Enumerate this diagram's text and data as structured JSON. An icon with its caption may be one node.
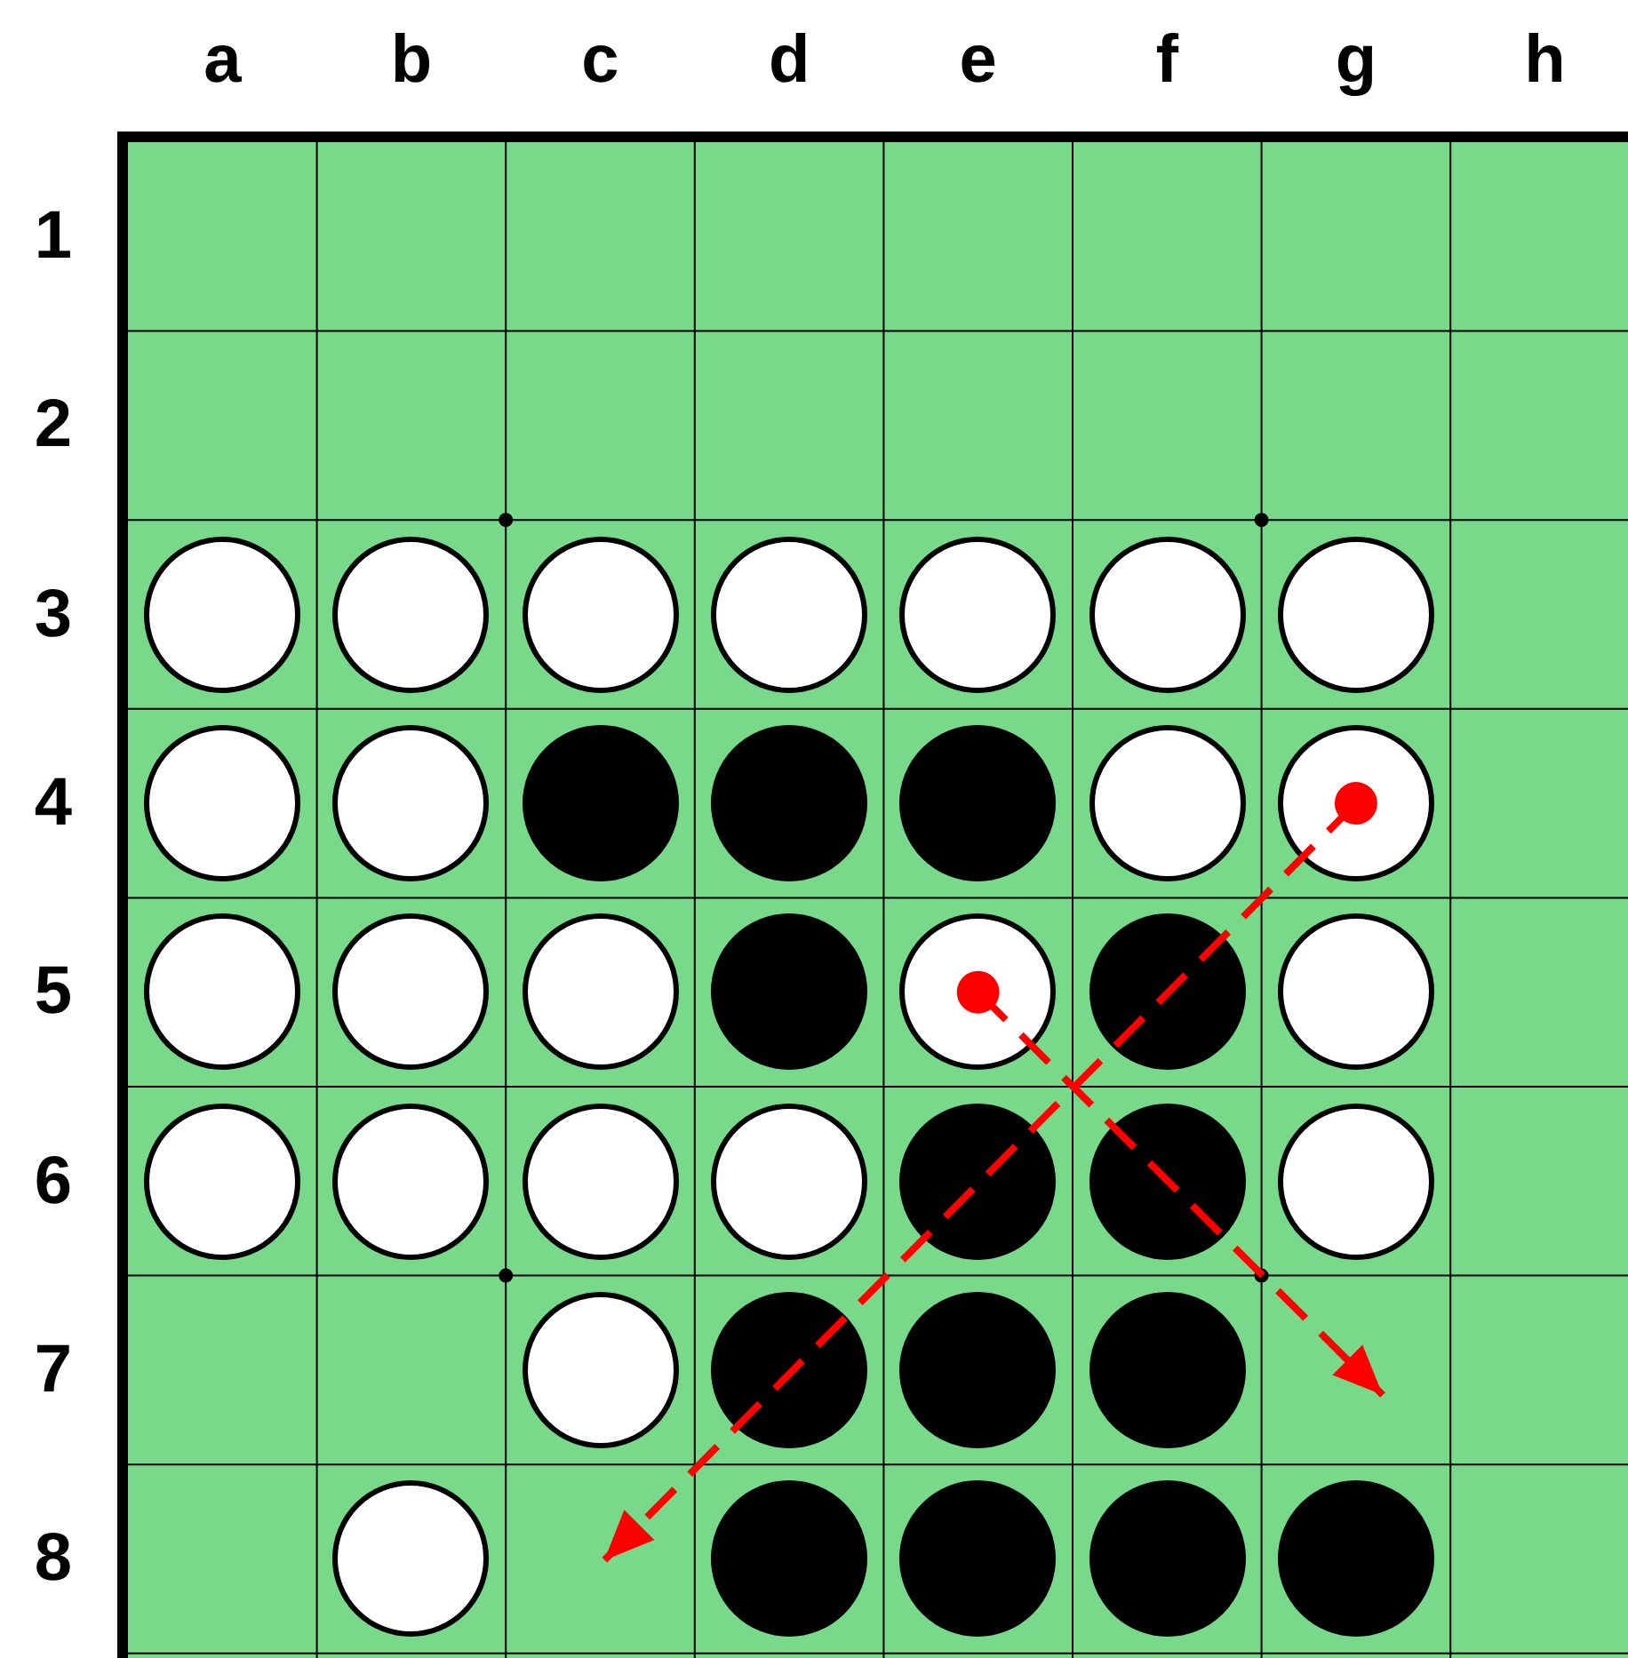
{
  "diagram": {
    "nodes": [
      {
        "text": [],
        "shape": "circle"
      },
      {
        "text": [],
        "shape": "circle"
      },
      {
        "text": [],
        "shape": "circle"
      },
      {
        "text": [],
        "shape": "circle"
      },
      {
        "text": [],
        "shape": "circle"
      },
      {
        "text": [],
        "shape": "circle"
      },
      {
        "text": [],
        "shape": "circle"
      },
      {
        "text": [],
        "shape": "circle"
      },
      {
        "text": [],
        "shape": "circle"
      },
      {
        "text": [],
        "shape": "circle"
      },
      {
        "text": [],
        "shape": "circle"
      },
      {
        "text": [],
        "shape": "circle"
      },
      {
        "text": [],
        "shape": "circle"
      },
      {
        "text": [],
        "shape": "circle"
      },
      {
        "text": [],
        "shape": "circle"
      },
      {
        "text": [],
        "shape": "circle"
      },
      {
        "text": [],
        "shape": "circle"
      },
      {
        "text": [],
        "shape": "circle"
      },
      {
        "text": [],
        "shape": "circle"
      },
      {
        "text": [],
        "shape": "circle"
      },
      {
        "text": [],
        "shape": "circle"
      },
      {
        "text": [],
        "shape": "circle"
      },
      {
        "text": [],
        "shape": "circle"
      },
      {
        "text": [],
        "shape": "circle"
      },
      {
        "text": [],
        "shape": "circle"
      },
      {
        "text": [],
        "shape": "circle"
      },
      {
        "text": [],
        "shape": "circle"
      },
      {
        "text": [],
        "shape": "circle"
      },
      {
        "text": [],
        "shape": "circle"
      },
      {
        "text": [],
        "shape": "circle"
      },
      {
        "text": [],
        "shape": "circle"
      },
      {
        "text": [],
        "shape": "circle"
      },
      {
        "text": [],
        "shape": "circle"
      },
      {
        "text": [],
        "shape": "circle"
      },
      {
        "text": [],
        "shape": "circle"
      },
      {
        "text": [],
        "shape": "circle"
      },
      {
        "text": [],
        "shape": "circle"
      }
    ],
    "edges": [
      {
        "from": 13,
        "to": null,
        "arrow": "to",
        "style": "dashed",
        "color": "#ff0000"
      },
      {
        "from": 18,
        "to": null,
        "arrow": "to",
        "style": "dashed",
        "color": "#ff0000"
      }
    ],
    "labels": [
      "a",
      "b",
      "c",
      "d",
      "e",
      "f",
      "g",
      "h",
      "1",
      "2",
      "3",
      "4",
      "5",
      "6",
      "7",
      "8"
    ]
  }
}
